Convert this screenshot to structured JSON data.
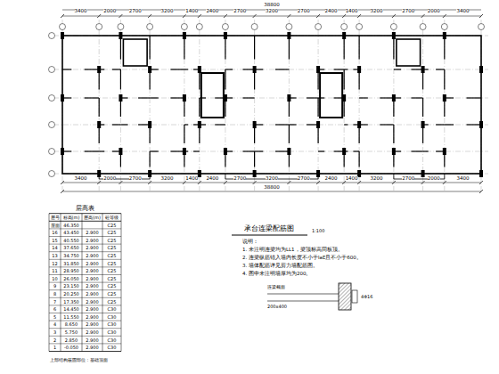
{
  "diagram": {
    "title": "承台连梁配筋图",
    "labels": [
      "1:100",
      "3400",
      "2000",
      "2700",
      "3200",
      "1400",
      "2400",
      "2700",
      "3200",
      "2700",
      "2400",
      "1400",
      "3200",
      "2700",
      "2000",
      "3400",
      "38800",
      "3400",
      "2000",
      "2700",
      "3200",
      "1400",
      "2400",
      "2700",
      "3200",
      "2700",
      "2400",
      "1400",
      "3200",
      "2700",
      "2000",
      "3400",
      "38800",
      "层高表",
      "层号",
      "标高(m)",
      "层高(m)",
      "砼等级",
      "屋面",
      "46.350",
      "C25",
      "16",
      "43.450",
      "2.900",
      "C25",
      "15",
      "40.550",
      "2.900",
      "C25",
      "14",
      "37.650",
      "2.900",
      "C25",
      "13",
      "34.750",
      "2.900",
      "C25",
      "12",
      "31.850",
      "2.900",
      "C25",
      "11",
      "28.950",
      "2.900",
      "C25",
      "10",
      "26.050",
      "2.900",
      "C25",
      "9",
      "23.150",
      "2.900",
      "C25",
      "8",
      "20.250",
      "2.900",
      "C25",
      "7",
      "17.350",
      "2.900",
      "C25",
      "6",
      "14.450",
      "2.900",
      "C30",
      "5",
      "11.550",
      "2.900",
      "C30",
      "4",
      "8.650",
      "2.900",
      "C30",
      "3",
      "5.750",
      "2.900",
      "C30",
      "2",
      "2.850",
      "2.900",
      "C30",
      "1",
      "-0.050",
      "2.900",
      "C30",
      "上部结构嵌固部位：基础顶面",
      "说明：",
      "1. 未注明连梁均为LL1，梁顶标高同板顶。",
      "2. 连梁纵筋锚入墙内长度不小于laE且不小于600。",
      "3. 墙体配筋详见剪力墙配筋图。",
      "4. 图中未注明墙厚均为200。",
      "连梁截面",
      "200x400",
      "4Φ16"
    ]
  }
}
